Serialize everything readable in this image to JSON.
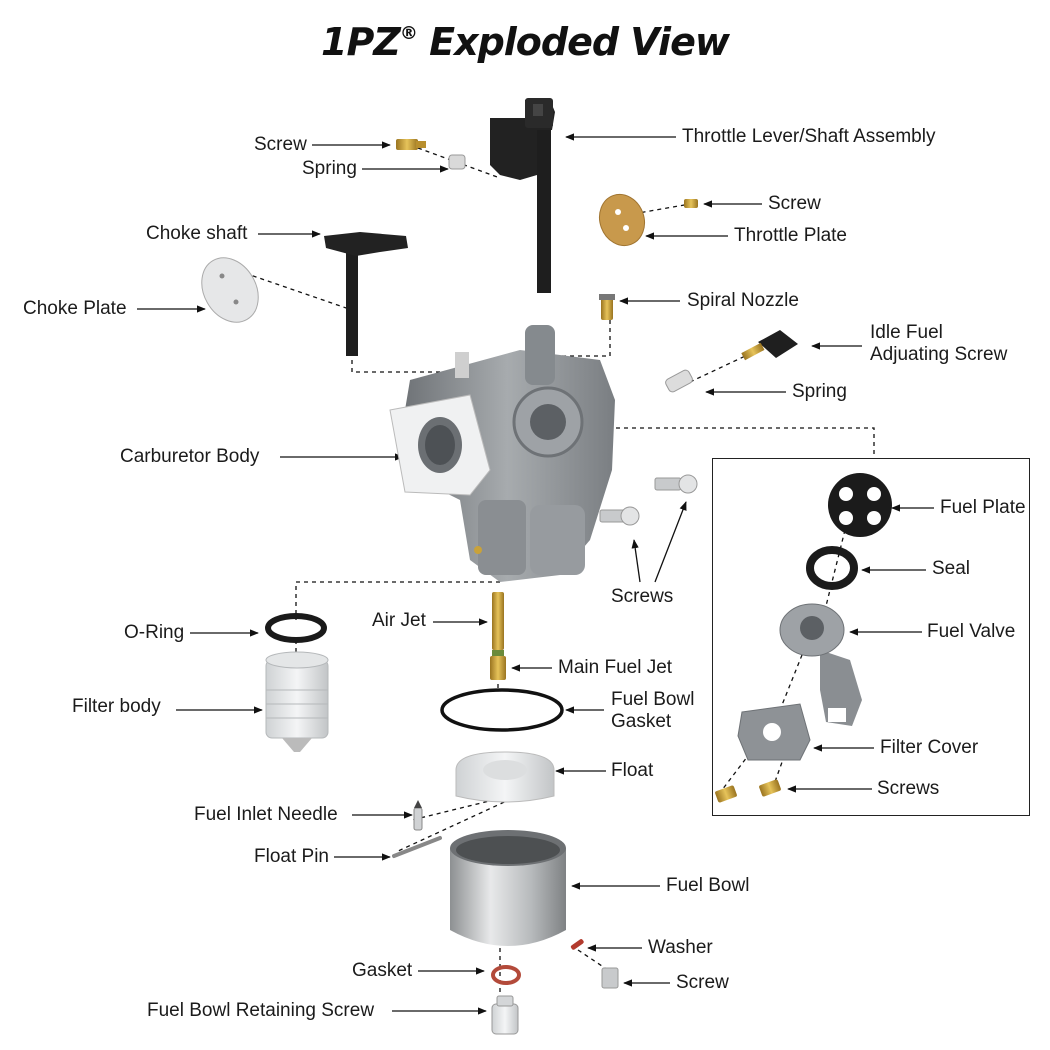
{
  "title": {
    "main": "1PZ",
    "mark": "®",
    "rest": " Exploded View"
  },
  "labels": {
    "screw_top": "Screw",
    "spring_top": "Spring",
    "throttle_lever": "Throttle Lever/Shaft Assembly",
    "screw_throttle": "Screw",
    "throttle_plate": "Throttle Plate",
    "choke_shaft": "Choke shaft",
    "choke_plate": "Choke Plate",
    "spiral_nozzle": "Spiral Nozzle",
    "idle_fuel_line1": "Idle Fuel",
    "idle_fuel_line2": "Adjuating Screw",
    "spring_idle": "Spring",
    "carburetor_body": "Carburetor Body",
    "screws_body": "Screws",
    "o_ring": "O-Ring",
    "filter_body": "Filter body",
    "air_jet": "Air Jet",
    "main_fuel_jet": "Main Fuel Jet",
    "fuel_bowl_gasket_line1": "Fuel Bowl",
    "fuel_bowl_gasket_line2": "Gasket",
    "float": "Float",
    "fuel_inlet_needle": "Fuel Inlet Needle",
    "float_pin": "Float Pin",
    "fuel_bowl": "Fuel Bowl",
    "washer": "Washer",
    "gasket": "Gasket",
    "screw_bottom": "Screw",
    "fuel_bowl_retaining_screw": "Fuel Bowl Retaining Screw",
    "fuel_plate": "Fuel Plate",
    "seal": "Seal",
    "fuel_valve": "Fuel Valve",
    "filter_cover": "Filter Cover",
    "screws_inset": "Screws"
  },
  "colors": {
    "body_gray": "#8e9296",
    "shaft_black": "#1e1e1e",
    "brass": "#c9a23a",
    "steel": "#c8cacc",
    "gasket_red": "#b34a3a",
    "line": "#111111"
  }
}
